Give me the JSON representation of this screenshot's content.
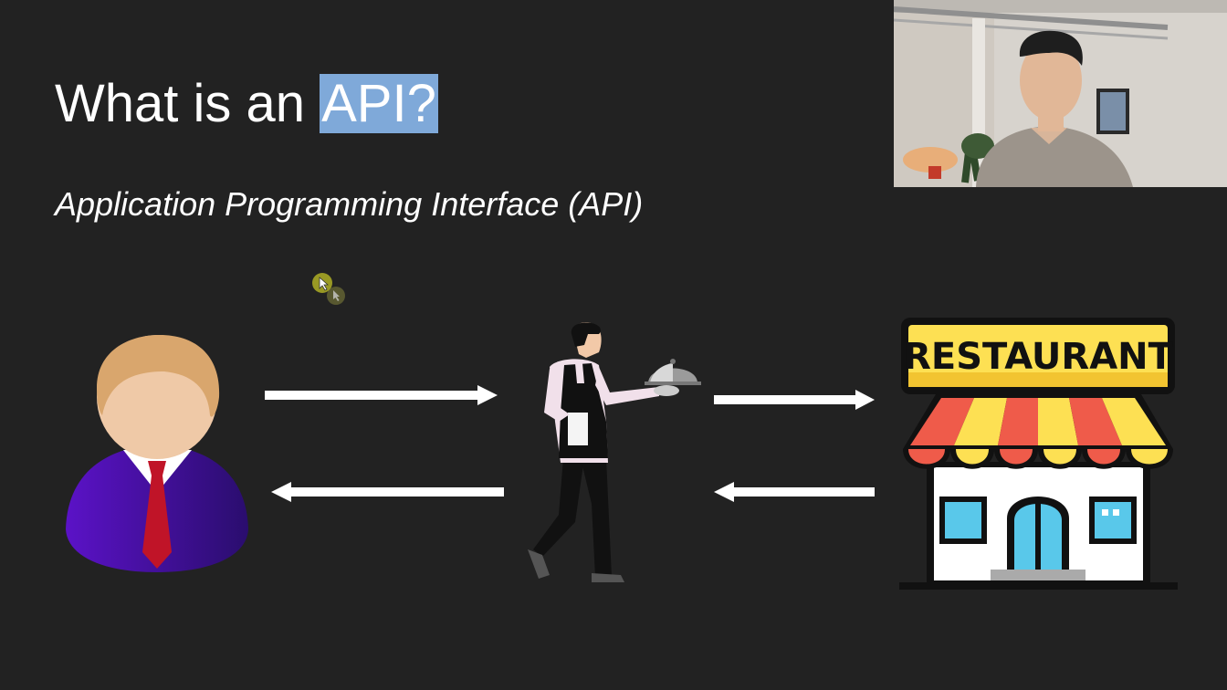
{
  "slide": {
    "title_prefix": "What is an ",
    "title_highlight": "API?",
    "subtitle": "Application Programming Interface (API)",
    "restaurant_sign": "RESTAURANT"
  },
  "colors": {
    "background": "#222222",
    "highlight": "#7fa9d9",
    "sign_yellow": "#fde053",
    "awning_red": "#ef5b4a",
    "suit_purple": "#4a1aa8"
  },
  "icons": {
    "customer": "customer-icon",
    "waiter": "waiter-icon",
    "restaurant": "restaurant-icon",
    "cursor": "cursor-icon"
  }
}
